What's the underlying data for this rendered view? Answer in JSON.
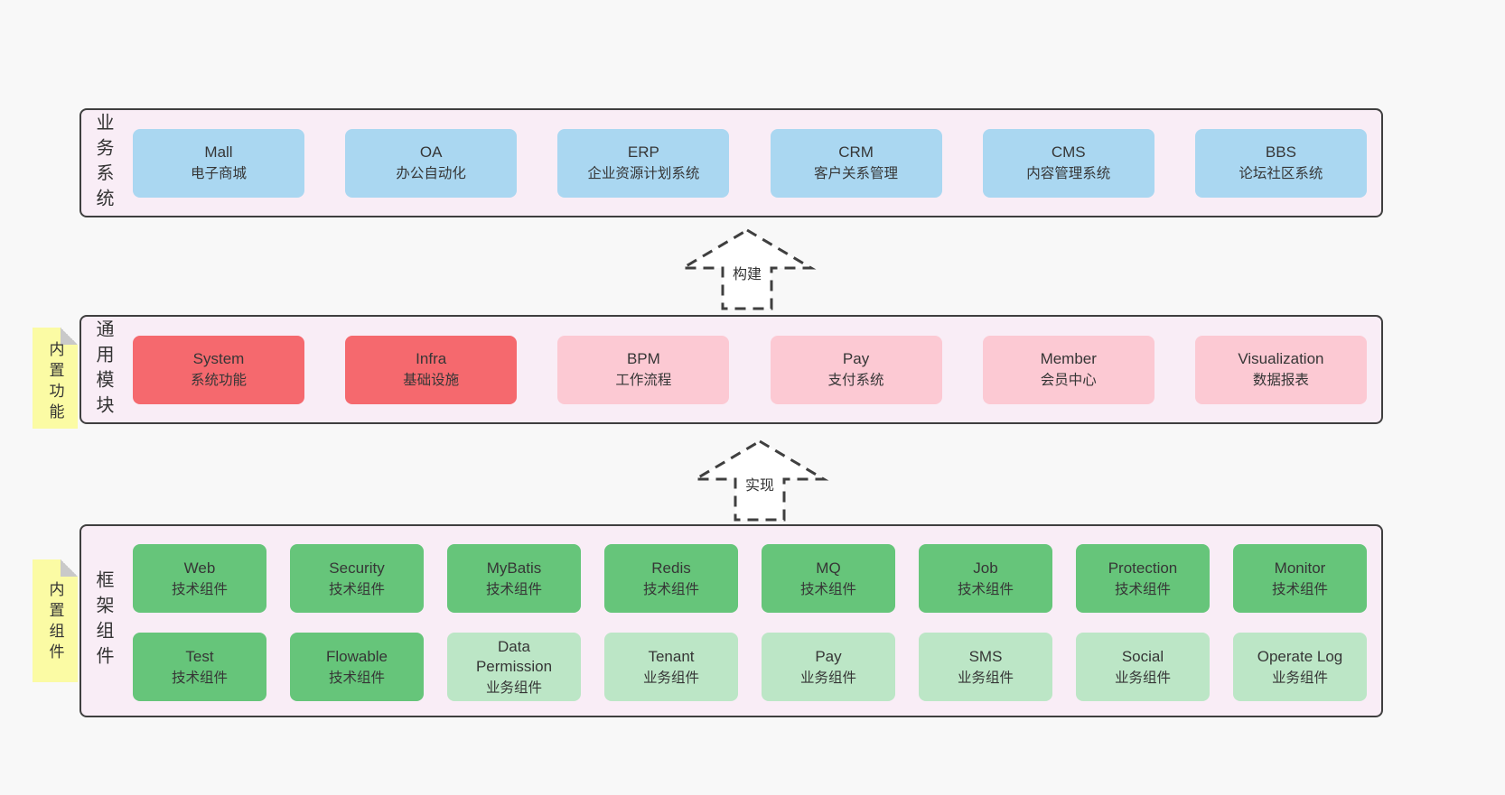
{
  "sections": {
    "business": {
      "label": "业务系统",
      "boxes": [
        {
          "name": "Mall",
          "desc": "电子商城"
        },
        {
          "name": "OA",
          "desc": "办公自动化"
        },
        {
          "name": "ERP",
          "desc": "企业资源计划系统"
        },
        {
          "name": "CRM",
          "desc": "客户关系管理"
        },
        {
          "name": "CMS",
          "desc": "内容管理系统"
        },
        {
          "name": "BBS",
          "desc": "论坛社区系统"
        }
      ]
    },
    "modules": {
      "label": "通用模块",
      "note": "内置功能",
      "boxes": [
        {
          "name": "System",
          "desc": "系统功能"
        },
        {
          "name": "Infra",
          "desc": "基础设施"
        },
        {
          "name": "BPM",
          "desc": "工作流程"
        },
        {
          "name": "Pay",
          "desc": "支付系统"
        },
        {
          "name": "Member",
          "desc": "会员中心"
        },
        {
          "name": "Visualization",
          "desc": "数据报表"
        }
      ]
    },
    "framework": {
      "label": "框架组件",
      "note": "内置组件",
      "row1": [
        {
          "name": "Web",
          "desc": "技术组件"
        },
        {
          "name": "Security",
          "desc": "技术组件"
        },
        {
          "name": "MyBatis",
          "desc": "技术组件"
        },
        {
          "name": "Redis",
          "desc": "技术组件"
        },
        {
          "name": "MQ",
          "desc": "技术组件"
        },
        {
          "name": "Job",
          "desc": "技术组件"
        },
        {
          "name": "Protection",
          "desc": "技术组件"
        },
        {
          "name": "Monitor",
          "desc": "技术组件"
        }
      ],
      "row2": [
        {
          "name": "Test",
          "desc": "技术组件"
        },
        {
          "name": "Flowable",
          "desc": "技术组件"
        },
        {
          "name": "Data Permission",
          "desc": "业务组件"
        },
        {
          "name": "Tenant",
          "desc": "业务组件"
        },
        {
          "name": "Pay",
          "desc": "业务组件"
        },
        {
          "name": "SMS",
          "desc": "业务组件"
        },
        {
          "name": "Social",
          "desc": "业务组件"
        },
        {
          "name": "Operate Log",
          "desc": "业务组件"
        }
      ]
    }
  },
  "arrows": {
    "build": "构建",
    "implement": "实现"
  },
  "colors": {
    "business_box": "#aad7f1",
    "core_module_box": "#f5696e",
    "optional_module_box": "#fcc9d3",
    "tech_component_box": "#66c57a",
    "biz_component_box": "#bce6c6",
    "section_background": "#f9edf6",
    "section_border": "#3f3f3f",
    "sticky_note": "#fbfba4",
    "page_background": "#f8f8f8"
  }
}
